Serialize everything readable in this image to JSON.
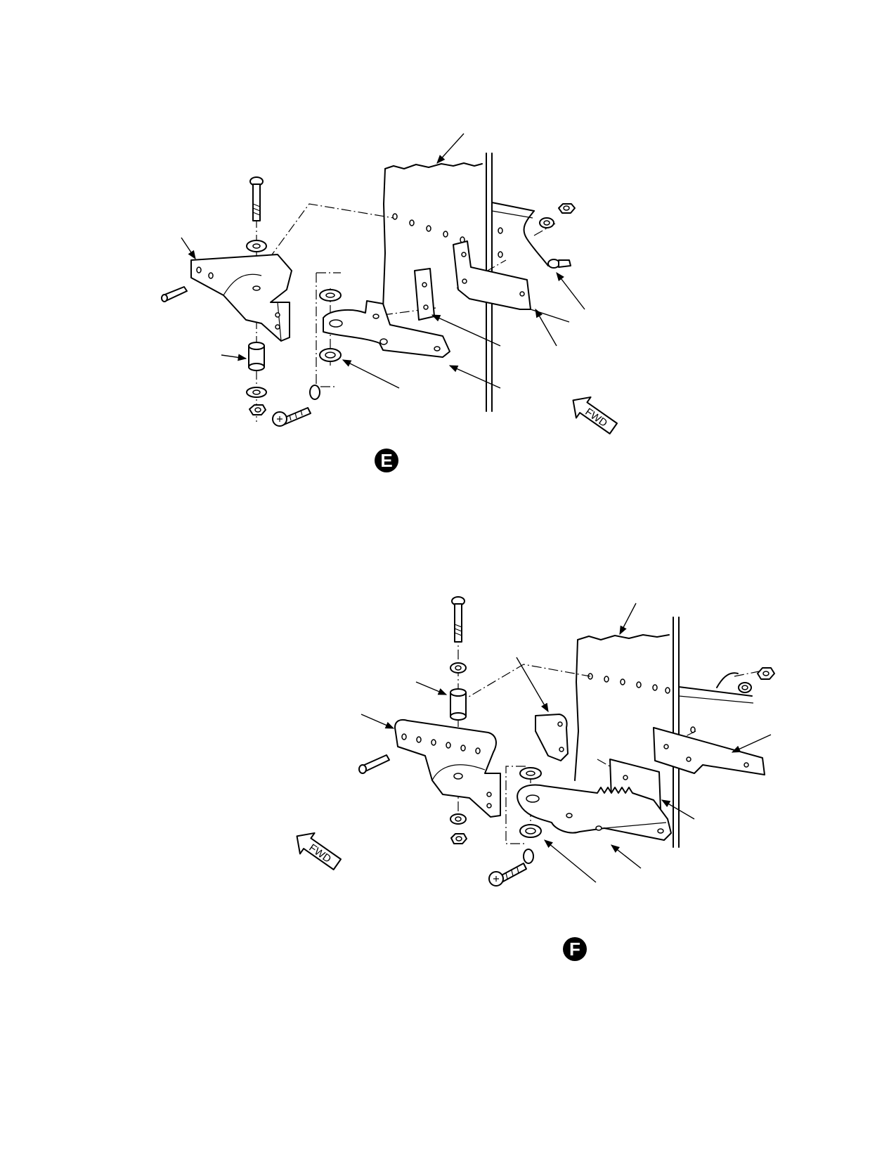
{
  "views": [
    {
      "id": "E",
      "badge_label": "E",
      "fwd_label": "FWD"
    },
    {
      "id": "F",
      "badge_label": "F",
      "fwd_label": "FWD"
    }
  ],
  "colors": {
    "ink": "#000000",
    "paper": "#ffffff"
  }
}
